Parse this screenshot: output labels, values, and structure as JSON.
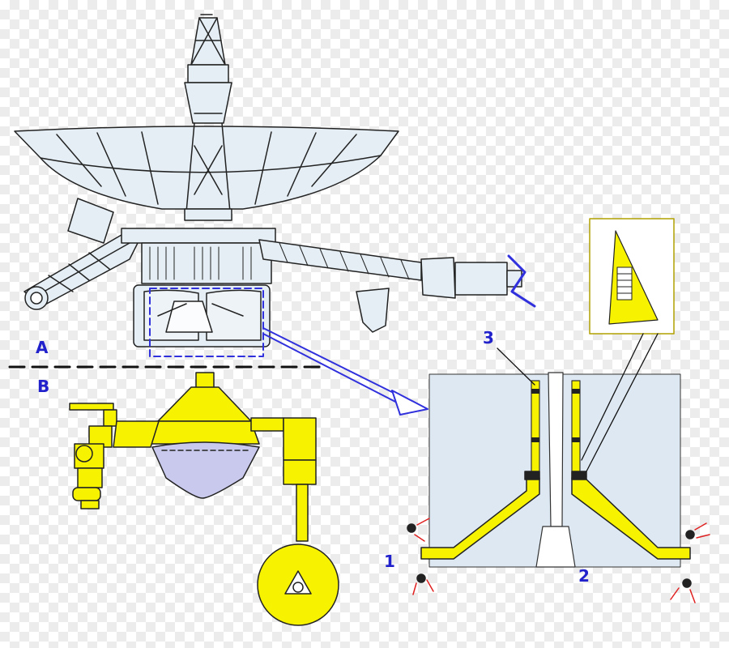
{
  "labels": {
    "section_a": "A",
    "section_b": "B",
    "callout_1": "1",
    "callout_2": "2",
    "callout_3": "3"
  },
  "colors": {
    "spacecraft_fill": "#e4eef4",
    "spacecraft_stroke": "#222222",
    "highlight_yellow": "#f7f200",
    "detail_panel": "#dde8f2",
    "probe_aeroshell": "#c9c9ee",
    "label_blue": "#2222cc",
    "pointer_blue": "#3030dd",
    "spark_red": "#e02020"
  }
}
